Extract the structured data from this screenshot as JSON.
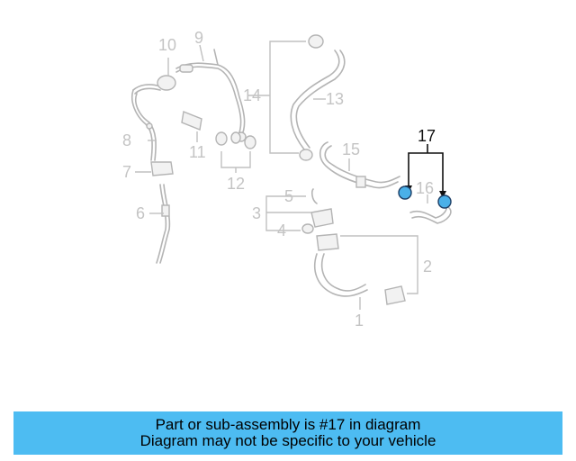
{
  "diagram": {
    "callouts": [
      "1",
      "2",
      "3",
      "4",
      "5",
      "6",
      "7",
      "8",
      "9",
      "10",
      "11",
      "12",
      "13",
      "14",
      "15",
      "16",
      "17"
    ],
    "highlighted_callout": "17",
    "highlight_color": "#4ab0e8"
  },
  "banner": {
    "line1": "Part or sub-assembly is #17 in diagram",
    "line2": "Diagram may not be specific to your vehicle",
    "background": "#4dbcf2"
  }
}
